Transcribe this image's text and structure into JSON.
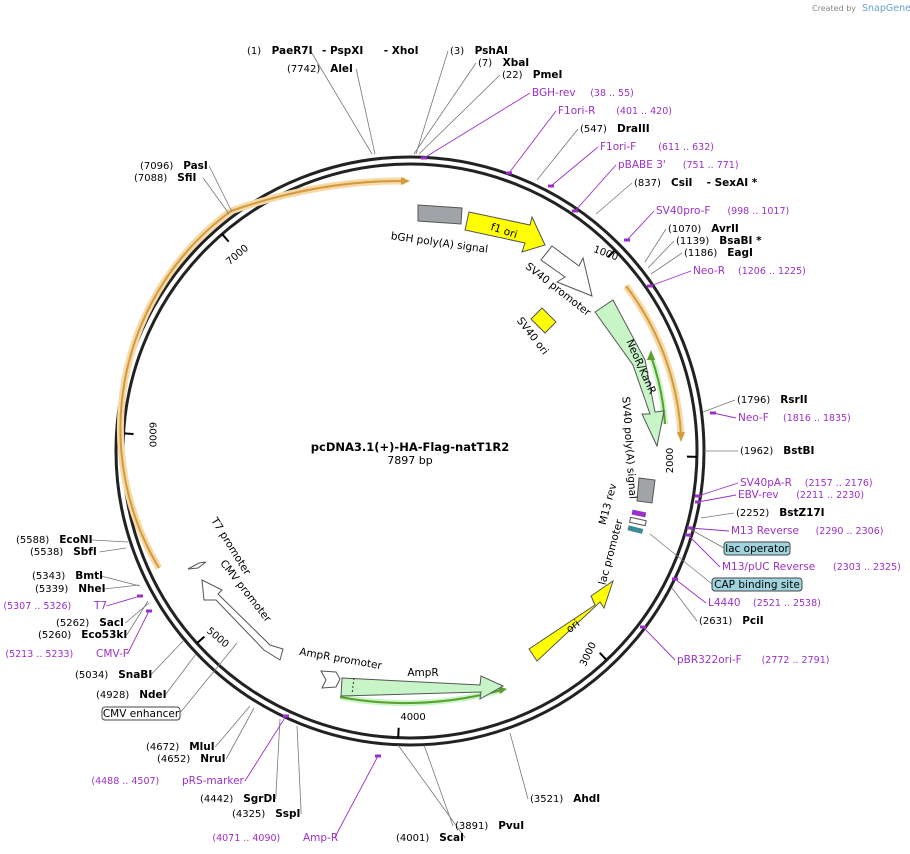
{
  "credit": {
    "created_by": "Created by",
    "brand": "SnapGene"
  },
  "plasmid": {
    "name": "pcDNA3.1(+)-HA-Flag-natT1R2",
    "size": "7897 bp",
    "length": 7897
  },
  "ticks": [
    "1000",
    "2000",
    "3000",
    "4000",
    "5000",
    "6000",
    "7000"
  ],
  "sites": [
    {
      "pos": "(1)",
      "name": "PaeR7I",
      "extra": [
        "- PspXI",
        "- XhoI"
      ]
    },
    {
      "pos": "(3)",
      "name": "PshAI"
    },
    {
      "pos": "(7)",
      "name": "XbaI"
    },
    {
      "pos": "(22)",
      "name": "PmeI"
    },
    {
      "pos": "(7742)",
      "name": "AleI"
    },
    {
      "pos": "(547)",
      "name": "DraIII"
    },
    {
      "pos": "(837)",
      "name": "CsiI",
      "extra": [
        "- SexAI *"
      ]
    },
    {
      "pos": "(1070)",
      "name": "AvrII"
    },
    {
      "pos": "(1139)",
      "name": "BsaBI *"
    },
    {
      "pos": "(1186)",
      "name": "EagI"
    },
    {
      "pos": "(1796)",
      "name": "RsrII"
    },
    {
      "pos": "(1962)",
      "name": "BstBI"
    },
    {
      "pos": "(2252)",
      "name": "BstZ17I"
    },
    {
      "pos": "(2631)",
      "name": "PciI"
    },
    {
      "pos": "(3521)",
      "name": "AhdI"
    },
    {
      "pos": "(3891)",
      "name": "PvuI"
    },
    {
      "pos": "(4001)",
      "name": "ScaI"
    },
    {
      "pos": "(4325)",
      "name": "SspI"
    },
    {
      "pos": "(4442)",
      "name": "SgrDI"
    },
    {
      "pos": "(4652)",
      "name": "NruI"
    },
    {
      "pos": "(4672)",
      "name": "MluI"
    },
    {
      "pos": "(4928)",
      "name": "NdeI"
    },
    {
      "pos": "(5034)",
      "name": "SnaBI"
    },
    {
      "pos": "(5260)",
      "name": "Eco53kI"
    },
    {
      "pos": "(5262)",
      "name": "SacI"
    },
    {
      "pos": "(5339)",
      "name": "NheI"
    },
    {
      "pos": "(5343)",
      "name": "BmtI"
    },
    {
      "pos": "(5538)",
      "name": "SbfI"
    },
    {
      "pos": "(5588)",
      "name": "EcoNI"
    },
    {
      "pos": "(7088)",
      "name": "SfiI"
    },
    {
      "pos": "(7096)",
      "name": "PasI"
    }
  ],
  "primers": [
    {
      "name": "BGH-rev",
      "range": "(38 .. 55)"
    },
    {
      "name": "F1ori-R",
      "range": "(401 .. 420)"
    },
    {
      "name": "F1ori-F",
      "range": "(611 .. 632)"
    },
    {
      "name": "pBABE 3'",
      "range": "(751 .. 771)"
    },
    {
      "name": "SV40pro-F",
      "range": "(998 .. 1017)"
    },
    {
      "name": "Neo-R",
      "range": "(1206 .. 1225)"
    },
    {
      "name": "Neo-F",
      "range": "(1816 .. 1835)"
    },
    {
      "name": "SV40pA-R",
      "range": "(2157 .. 2176)"
    },
    {
      "name": "EBV-rev",
      "range": "(2211 .. 2230)"
    },
    {
      "name": "M13 Reverse",
      "range": "(2290 .. 2306)"
    },
    {
      "name": "M13/pUC Reverse",
      "range": "(2303 .. 2325)"
    },
    {
      "name": "L4440",
      "range": "(2521 .. 2538)"
    },
    {
      "name": "pBR322ori-F",
      "range": "(2772 .. 2791)"
    },
    {
      "name": "Amp-R",
      "range": "(4071 .. 4090)"
    },
    {
      "name": "pRS-marker",
      "range": "(4488 .. 4507)"
    },
    {
      "name": "CMV-F",
      "range": "(5213 .. 5233)"
    },
    {
      "name": "T7",
      "range": "(5307 .. 5326)"
    }
  ],
  "boxed_features": [
    "lac operator",
    "CAP binding site",
    "CMV enhancer"
  ],
  "features": [
    {
      "name": "bGH poly(A) signal"
    },
    {
      "name": "f1 ori"
    },
    {
      "name": "SV40 promoter"
    },
    {
      "name": "SV40 ori"
    },
    {
      "name": "NeoR/KanR"
    },
    {
      "name": "SV40 poly(A) signal"
    },
    {
      "name": "M13 rev"
    },
    {
      "name": "lac promoter"
    },
    {
      "name": "ori"
    },
    {
      "name": "AmpR promoter"
    },
    {
      "name": "AmpR"
    },
    {
      "name": "CMV promoter"
    },
    {
      "name": "T7 promoter"
    }
  ],
  "colors": {
    "primer": "#9b30c8",
    "yellow": "#ffff00",
    "lightgreen": "#c8f5c8",
    "gray": "#a0a4a8",
    "orf_orange": "#d49a3c",
    "orf_green": "#5aa02c",
    "box_blue": "#9fd3dd"
  }
}
